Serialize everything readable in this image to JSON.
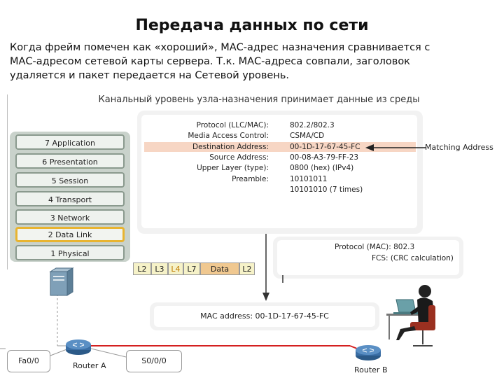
{
  "title": "Передача данных по сети",
  "description": [
    "Когда фрейм помечен как «хороший», МАС-адрес назначения сравнивается с",
    "МАС-адресом   сетевой  карты  сервера.  Т.к.  МАС-адреса  совпали,  заголовок",
    "удаляется и пакет передается на Сетевой уровень."
  ],
  "subtitle": "Канальный уровень узла-назначения принимает данные из среды",
  "osi_layers": [
    {
      "label": "7 Application",
      "active": false
    },
    {
      "label": "6 Presentation",
      "active": false
    },
    {
      "label": "5 Session",
      "active": false
    },
    {
      "label": "4 Transport",
      "active": false
    },
    {
      "label": "3 Network",
      "active": false
    },
    {
      "label": "2 Data Link",
      "active": true
    },
    {
      "label": "1 Physical",
      "active": false
    }
  ],
  "header_fields": [
    {
      "label": "Protocol (LLC/MAC):",
      "value": "802.2/802.3",
      "highlight": false
    },
    {
      "label": "Media Access Control:",
      "value": "CSMA/CD",
      "highlight": false
    },
    {
      "label": "Destination Address:",
      "value": "00-1D-17-67-45-FC",
      "highlight": true
    },
    {
      "label": "Source Address:",
      "value": "00-08-A3-79-FF-23",
      "highlight": false
    },
    {
      "label": "Upper Layer (type):",
      "value": "0800 (hex) (IPv4)",
      "highlight": false
    },
    {
      "label": "Preamble:",
      "value": "10101011",
      "highlight": false
    },
    {
      "label": "",
      "value": "10101010 (7 times)",
      "highlight": false
    }
  ],
  "matching_label": "Matching Address",
  "trailer_fields": [
    {
      "label": "Protocol (MAC):",
      "value": "802.3"
    },
    {
      "label": "FCS:",
      "value": "(CRC calculation)"
    }
  ],
  "frame_segments": [
    {
      "label": "L2",
      "color": "#f6f2c8",
      "text_color": "#222"
    },
    {
      "label": "L3",
      "color": "#f6f2c8",
      "text_color": "#222"
    },
    {
      "label": "L4",
      "color": "#f6f2c8",
      "text_color": "#c07a00"
    },
    {
      "label": "L7",
      "color": "#f6f2c8",
      "text_color": "#222"
    },
    {
      "label": "Data",
      "color": "#f0c890",
      "text_color": "#222"
    },
    {
      "label": "L2",
      "color": "#f6f2c8",
      "text_color": "#222"
    }
  ],
  "mac_address_text": "MAC address: 00-1D-17-67-45-FC",
  "port_left": "Fa0/0",
  "port_middle": "S0/0/0",
  "router_a": "Router A",
  "router_b": "Router B",
  "colors": {
    "highlight_row": "#f7d6c4",
    "active_layer_border": "#e8b430",
    "serial_link": "#d42020",
    "router": "#3a6ea5"
  }
}
